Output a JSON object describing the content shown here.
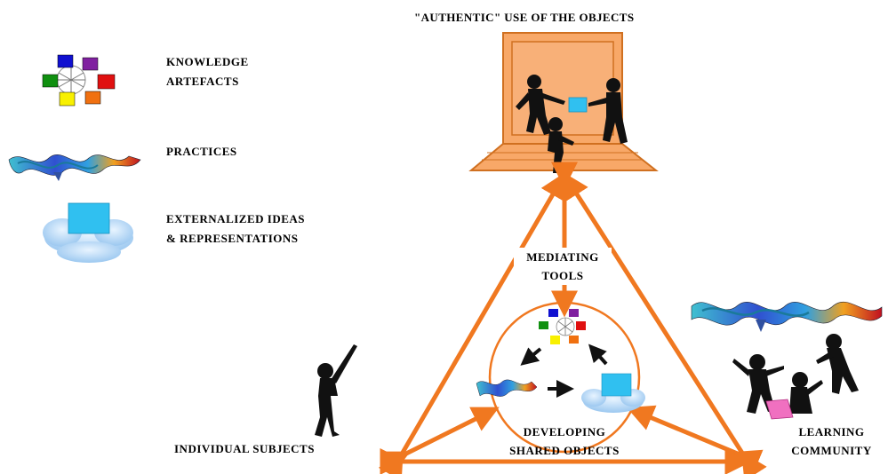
{
  "top_title": "\"AUTHENTIC\" USE OF THE OBJECTS",
  "legend": {
    "knowledge_artefacts": [
      "KNOWLEDGE",
      "ARTEFACTS"
    ],
    "practices": "PRACTICES",
    "externalized": [
      "EXTERNALIZED IDEAS",
      "& REPRESENTATIONS"
    ]
  },
  "mediating_tools": [
    "MEDIATING",
    "TOOLS"
  ],
  "developing_shared_objects": [
    "DEVELOPING",
    "SHARED OBJECTS"
  ],
  "individual_subjects": "INDIVIDUAL SUBJECTS",
  "learning_community": [
    "LEARNING",
    "COMMUNITY"
  ],
  "colors": {
    "arrow_orange": "#f07820",
    "laptop_orange": "#f8a868",
    "artefact_blue": "#1010d0",
    "artefact_purple": "#8020a0",
    "artefact_red": "#e01010",
    "artefact_green": "#109010",
    "artefact_yellow": "#f8f000",
    "artefact_orange": "#f07010",
    "screen_cyan": "#30c0f0",
    "cloud_blue": "#b0d8f8"
  }
}
